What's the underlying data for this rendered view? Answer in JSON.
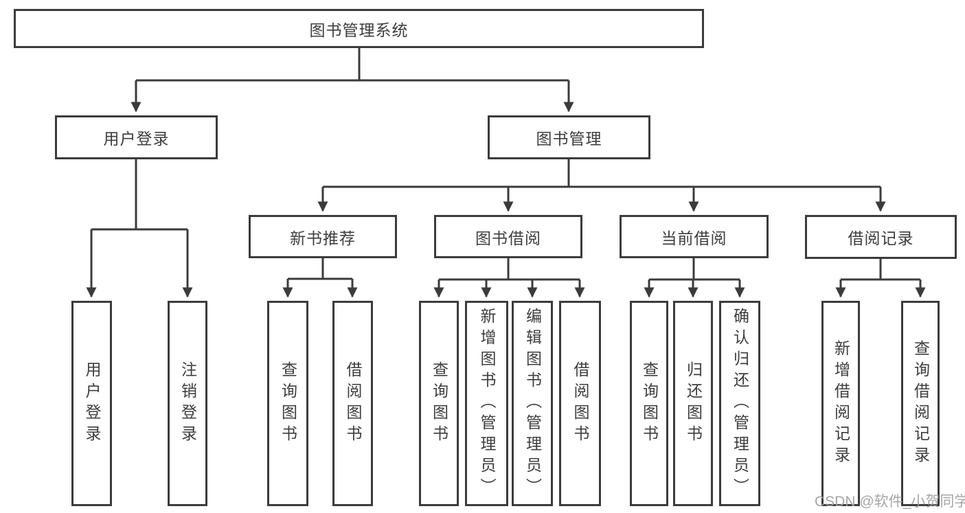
{
  "tree": {
    "root": "图书管理系统",
    "branches": [
      {
        "label": "用户登录",
        "leaves": [
          "用户登录",
          "注销登录"
        ]
      },
      {
        "label": "图书管理",
        "groups": [
          {
            "label": "新书推荐",
            "leaves": [
              "查询图书",
              "借阅图书"
            ]
          },
          {
            "label": "图书借阅",
            "leaves": [
              "查询图书",
              "新增图书（管理员）",
              "编辑图书（管理员）",
              "借阅图书"
            ]
          },
          {
            "label": "当前借阅",
            "leaves": [
              "查询图书",
              "归还图书",
              "确认归还（管理员）"
            ]
          },
          {
            "label": "借阅记录",
            "leaves": [
              "新增借阅记录",
              "查询借阅记录"
            ]
          }
        ]
      }
    ]
  },
  "watermark": {
    "text": "CSDN @软件_小贺同学"
  },
  "colors": {
    "line": "#3b3b3b",
    "text": "#3d3d3d",
    "box_background": "#ffffff",
    "page_background": "#ffffff",
    "watermark": "#9e9e9e"
  }
}
